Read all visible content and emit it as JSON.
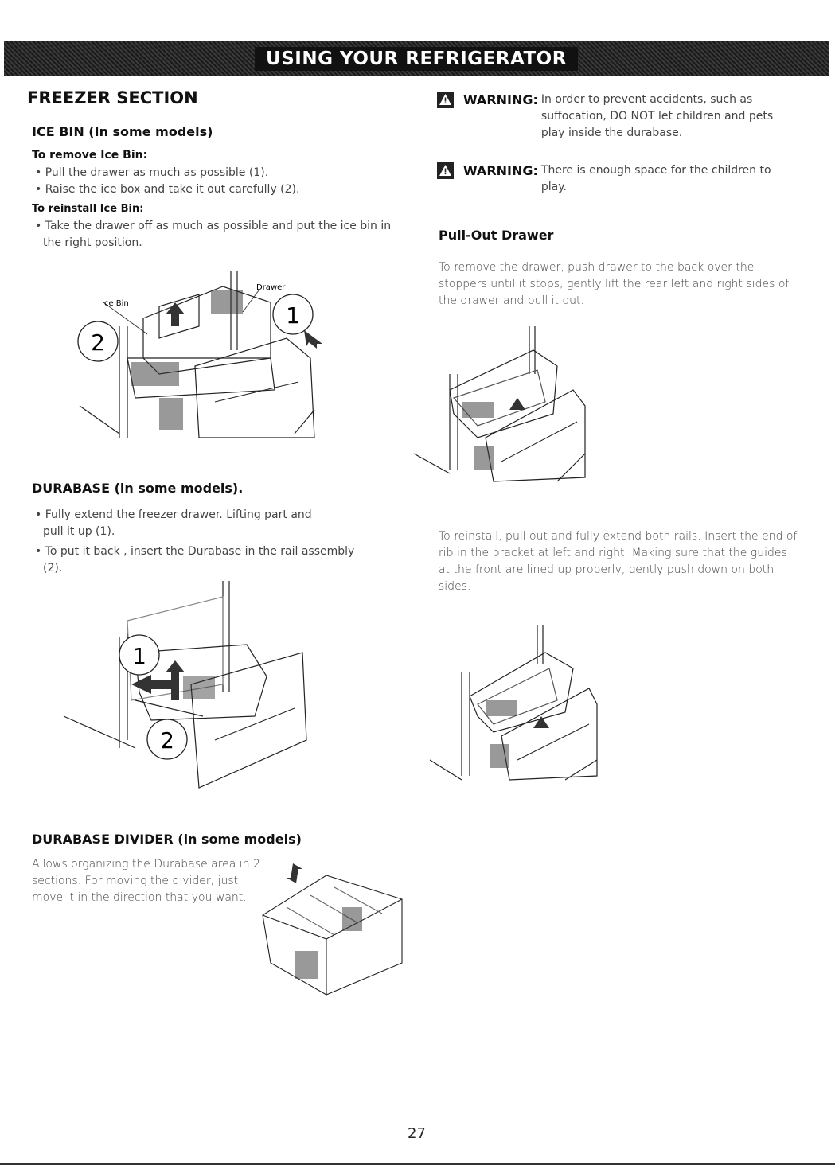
{
  "header": {
    "title": "USING YOUR REFRIGERATOR"
  },
  "left": {
    "section_title": "FREEZER SECTION",
    "ice_bin": {
      "title": "ICE BIN (In some models)",
      "remove_title": "To remove Ice Bin:",
      "remove_steps": [
        "• Pull the drawer as much as possible (1).",
        "• Raise the ice box and take it out carefully (2)."
      ],
      "reinstall_title": "To reinstall Ice Bin:",
      "reinstall_steps": [
        "• Take the drawer off as much as possible and put the ice bin in the right position."
      ],
      "figure_labels": {
        "ice_bin": "Ice Bin",
        "drawer": "Drawer",
        "step1": "1",
        "step2": "2"
      }
    },
    "durabase": {
      "title": "DURABASE (in some models).",
      "steps": [
        "• Fully extend the freezer drawer. Lifting part and pull it up (1).",
        "• To put it back , insert the Durabase in the rail assembly (2)."
      ],
      "figure_labels": {
        "step1": "1",
        "step2": "2"
      }
    },
    "divider": {
      "title": "DURABASE DIVIDER (in some models)",
      "text": "Allows organizing the Durabase area in 2 sections. For moving the divider, just move it in the direction that you want."
    }
  },
  "right": {
    "warnings": [
      {
        "label": "WARNING:",
        "text": "In order to prevent accidents, such as suffocation, DO NOT let children and pets play inside the durabase."
      },
      {
        "label": "WARNING:",
        "text": "There is enough space for the children to play."
      }
    ],
    "pullout": {
      "title": "Pull-Out Drawer",
      "remove_text": "To remove the drawer, push drawer to the back over the stoppers until it stops, gently lift the rear left and right sides of the drawer and pull it out.",
      "reinstall_text": "To reinstall, pull out and fully extend both rails. Insert the end of rib in the bracket at left and right. Making sure that the guides at the front are lined up properly, gently push down on both sides."
    }
  },
  "footer": {
    "page_number": "27"
  },
  "colors": {
    "banner": "#1f1f1f",
    "text": "#444444"
  }
}
